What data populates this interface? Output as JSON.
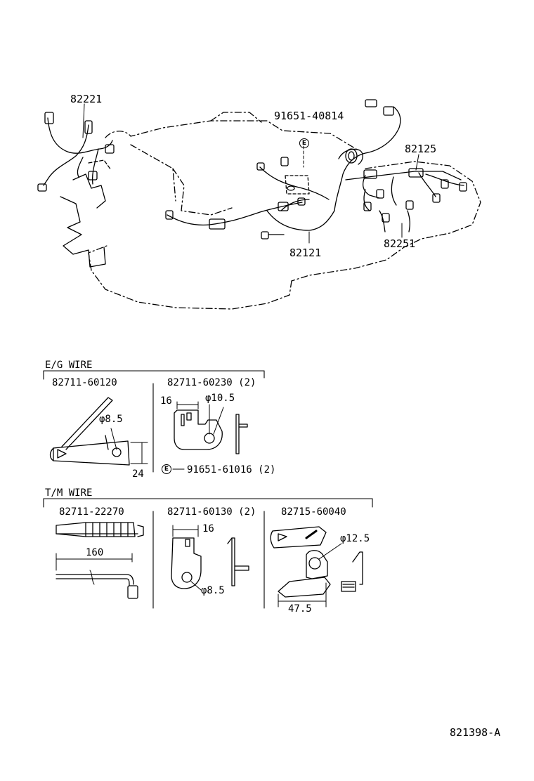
{
  "engine_assembly": {
    "callouts": {
      "harness_left": "82221",
      "bolt": "91651-40814",
      "harness_right": "82125",
      "harness_center": "82121",
      "harness_lower": "82251"
    },
    "bolt_marker": "E"
  },
  "eg_wire": {
    "section_title": "E/G WIRE",
    "clamp_a": {
      "part_number": "82711-60120",
      "hole_dim": "φ8.5",
      "width_dim": "24"
    },
    "clamp_b": {
      "part_number": "82711-60230 (2)",
      "width_dim": "16",
      "hole_dim": "φ10.5",
      "bolt_marker": "E",
      "bolt_part": "91651-61016 (2)"
    }
  },
  "tm_wire": {
    "section_title": "T/M WIRE",
    "protector": {
      "part_number": "82711-22270",
      "length_dim": "160"
    },
    "clamp_c": {
      "part_number": "82711-60130 (2)",
      "width_dim": "16",
      "hole_dim": "φ8.5"
    },
    "bracket": {
      "part_number": "82715-60040",
      "hole_dim": "φ12.5",
      "length_dim": "47.5"
    }
  },
  "diagram_number": "821398-A",
  "colors": {
    "ink": "#000000",
    "paper": "#ffffff"
  }
}
